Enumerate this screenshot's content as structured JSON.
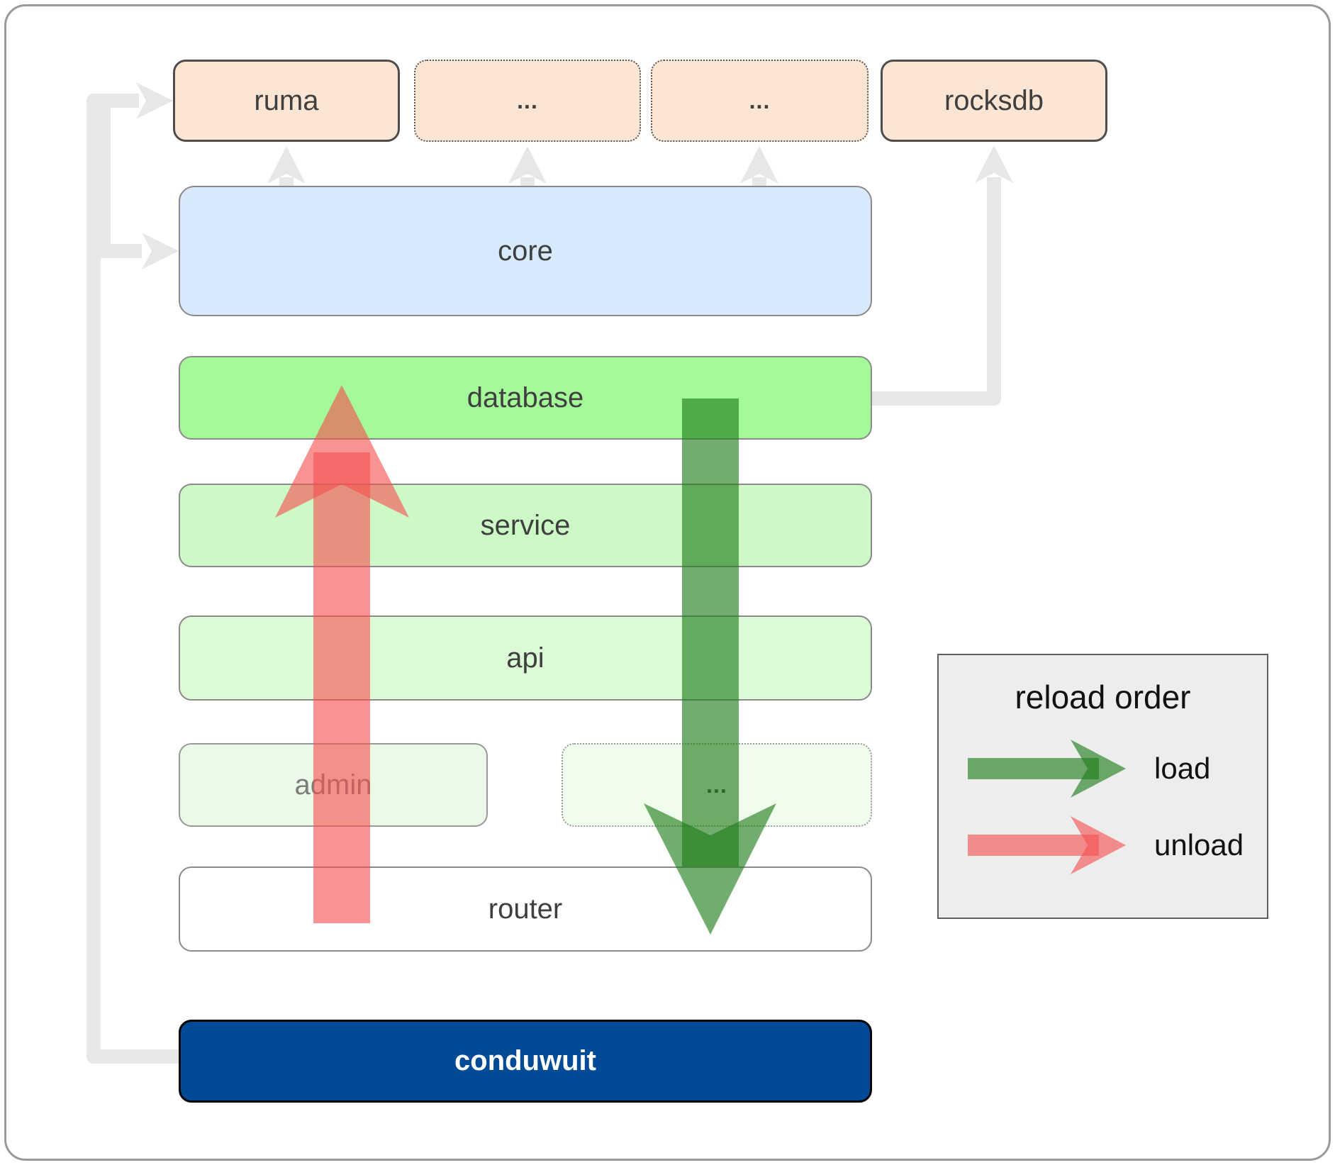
{
  "diagram": {
    "top_row": {
      "ruma": "ruma",
      "ellipsis_a": "...",
      "ellipsis_b": "...",
      "rocksdb": "rocksdb"
    },
    "layers": {
      "core": "core",
      "database": "database",
      "service": "service",
      "api": "api",
      "admin": "admin",
      "ellipsis_c": "...",
      "router": "router",
      "conduwuit": "conduwuit"
    }
  },
  "legend": {
    "title": "reload order",
    "items": [
      {
        "label": "load",
        "color": "rgba(30,125,25,0.63)"
      },
      {
        "label": "unload",
        "color": "rgba(245,80,80,0.62)"
      }
    ]
  },
  "colors": {
    "peach_fill": "#fce5d2",
    "core_fill": "#d7e9fb",
    "database_fill": "#a4fa98",
    "service_fill": "#cdf9c6",
    "api_fill": "#ddfad6",
    "admin_fill": "#eafae6",
    "router_fill": "#ffffff",
    "conduwuit_fill": "#004a96",
    "connector_gray": "#e7e7e7",
    "legend_bg": "#ededed"
  }
}
